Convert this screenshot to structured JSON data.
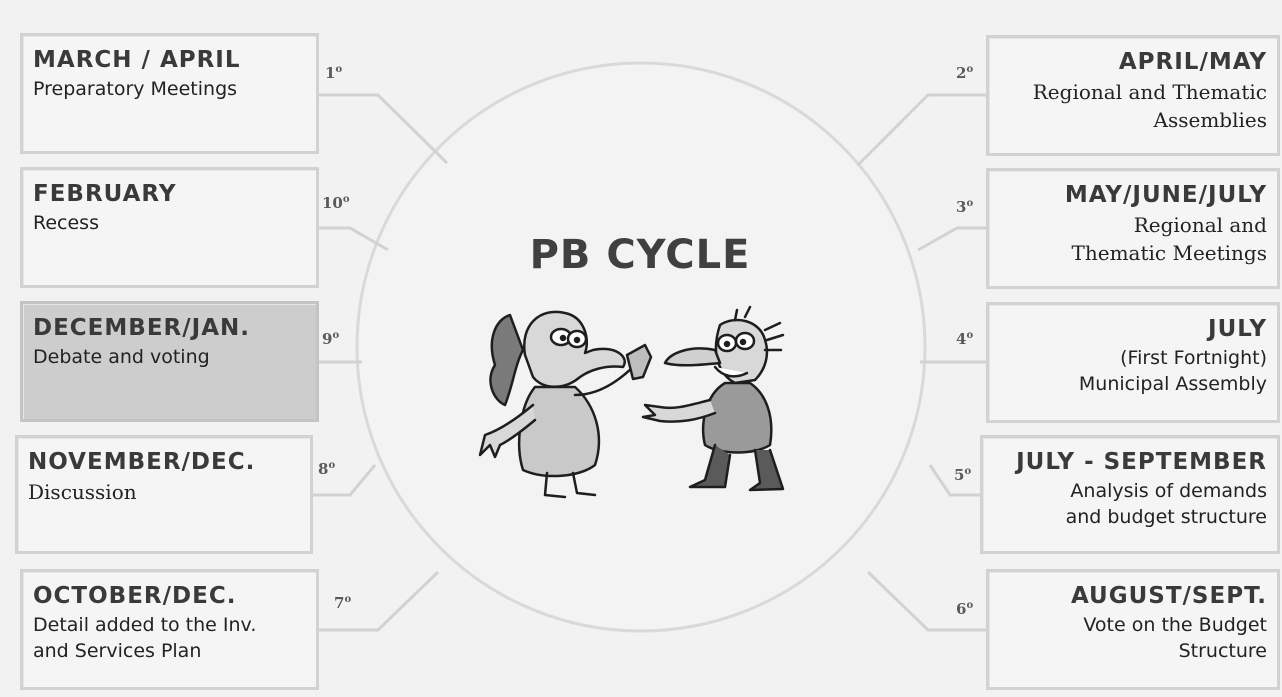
{
  "diagram": {
    "title": "PB CYCLE",
    "stages": [
      {
        "step": "1",
        "month": "MARCH / APRIL",
        "lines": [
          "Preparatory Meetings"
        ]
      },
      {
        "step": "2",
        "month": "APRIL/MAY",
        "lines": [
          "Regional and Thematic",
          "Assemblies"
        ]
      },
      {
        "step": "3",
        "month": "MAY/JUNE/JULY",
        "lines": [
          "Regional and",
          "Thematic Meetings"
        ]
      },
      {
        "step": "4",
        "month": "JULY",
        "lines": [
          "(First Fortnight)",
          "Municipal Assembly"
        ]
      },
      {
        "step": "5",
        "month": "JULY - SEPTEMBER",
        "lines": [
          "Analysis of demands",
          "and budget structure"
        ]
      },
      {
        "step": "6",
        "month": "AUGUST/SEPT.",
        "lines": [
          "Vote on the Budget",
          "Structure"
        ]
      },
      {
        "step": "7",
        "month": "OCTOBER/DEC.",
        "lines": [
          "Detail added to the Inv.",
          "and Services Plan"
        ]
      },
      {
        "step": "8",
        "month": "NOVEMBER/DEC.",
        "lines": [
          "Discussion"
        ]
      },
      {
        "step": "9",
        "month": "DECEMBER/JAN.",
        "lines": [
          "Debate and voting"
        ]
      },
      {
        "step": "10",
        "month": "FEBRUARY",
        "lines": [
          "Recess"
        ]
      }
    ],
    "step_suffix": "o",
    "colors": {
      "background": "#f2f2f2",
      "box_border": "#d2d2d2",
      "highlight_box": "#cdcdcd",
      "circle_stroke": "#d9d9d9",
      "text": "#2e2e2e"
    }
  }
}
